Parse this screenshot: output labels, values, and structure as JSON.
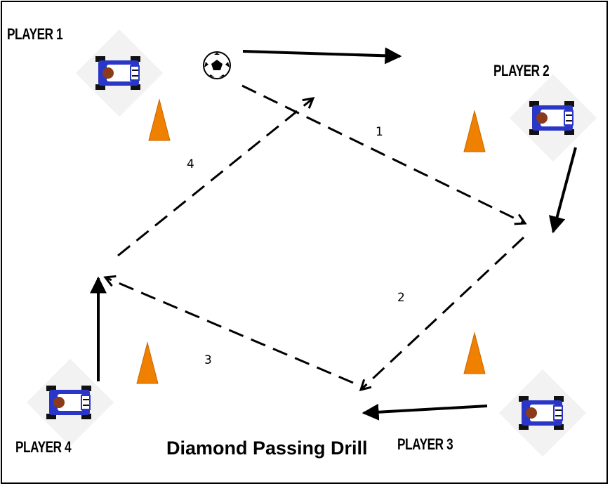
{
  "title": "Diamond Passing Drill",
  "players": {
    "p1": "PLAYER 1",
    "p2": "PLAYER 2",
    "p3": "PLAYER 3",
    "p4": "PLAYER 4"
  },
  "passes": {
    "n1": "1",
    "n2": "2",
    "n3": "3",
    "n4": "4"
  },
  "colors": {
    "cone": "#f08000",
    "player_body": "#2a36c8",
    "player_head": "#8b3a1a",
    "line": "#000000"
  },
  "icons": {
    "ball": "soccer-ball",
    "cone": "training-cone",
    "player": "player-top-view"
  }
}
